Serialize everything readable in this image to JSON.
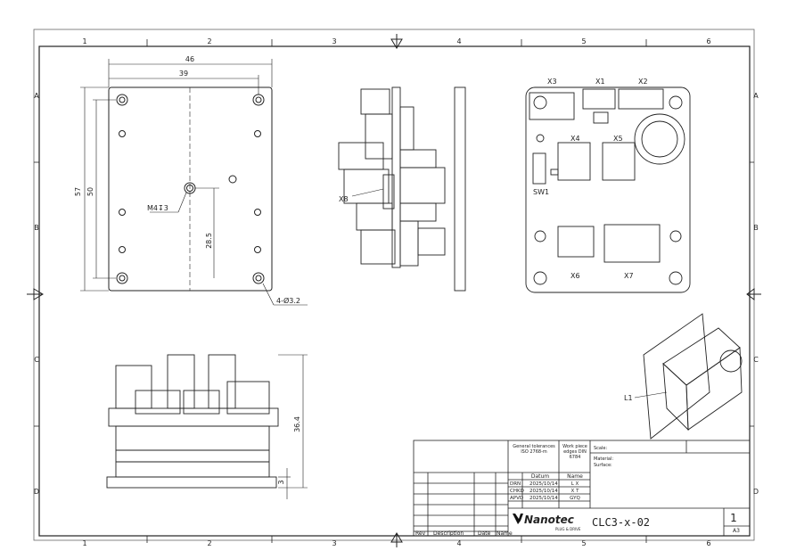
{
  "frame": {
    "col_labels": [
      "1",
      "2",
      "3",
      "4",
      "5",
      "6"
    ],
    "row_labels": [
      "A",
      "B",
      "C",
      "D"
    ]
  },
  "views": {
    "top": {
      "dims": {
        "width_outer": "46",
        "width_inner": "39",
        "height_outer": "57",
        "height_inner": "50",
        "center_offset": "28.5"
      },
      "callouts": {
        "thread": "M4↧3",
        "holes": "4-Ø3.2"
      }
    },
    "side": {
      "connector": "X8"
    },
    "pcb": {
      "connectors": [
        "X3",
        "X1",
        "X2",
        "X4",
        "X5",
        "SW1",
        "X6",
        "X7"
      ]
    },
    "front": {
      "height": "36.4",
      "base": "3"
    },
    "iso": {
      "label": "L1"
    }
  },
  "title_block": {
    "tolerances": "General tolerances ISO 2768-m",
    "edges": "Work piece edges DIN 6784",
    "scale_label": "Scale:",
    "material_label": "Material:",
    "surface_label": "Surface:",
    "datum_header": "Datum",
    "name_header": "Name",
    "rows": [
      {
        "role": "DRN",
        "date": "2025/10/14",
        "name": "L X"
      },
      {
        "role": "CHKD",
        "date": "2025/10/14",
        "name": "X T"
      },
      {
        "role": "APVD",
        "date": "2025/10/14",
        "name": "GYQ"
      }
    ],
    "logo": "Nanotec",
    "tagline": "PLUG & DRIVE",
    "part_number": "CLC3-x-02",
    "sheet": "1",
    "format": "A3",
    "rev_headers": [
      "Rev",
      "Description",
      "Date",
      "Name"
    ]
  }
}
